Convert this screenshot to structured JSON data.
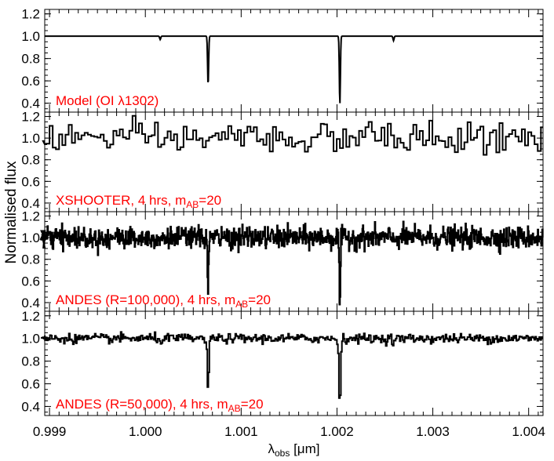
{
  "chart_data": {
    "type": "line",
    "ylabel": "Normalised flux",
    "xlabel_main": "λ",
    "xlabel_sub": "obs",
    "xlabel_unit": " [μm]",
    "xlim": [
      0.99895,
      1.00415
    ],
    "ylim": [
      0.32,
      1.24
    ],
    "xticks": [
      0.999,
      1.0,
      1.001,
      1.002,
      1.003,
      1.004
    ],
    "xtick_labels": [
      "0.999",
      "1.000",
      "1.001",
      "1.002",
      "1.003",
      "1.004"
    ],
    "yticks": [
      0.4,
      0.6,
      0.8,
      1.0,
      1.2
    ],
    "ytick_labels": [
      "0.4",
      "0.6",
      "0.8",
      "1.0",
      "1.2"
    ],
    "line_color": "#000000",
    "label_color": "#ff0000",
    "absorption_lines": [
      {
        "center": 1.000655,
        "model_min": 0.56
      },
      {
        "center": 1.00203,
        "model_min": 0.39
      },
      {
        "center": 1.000155,
        "model_min": 0.97
      },
      {
        "center": 1.00259,
        "model_min": 0.96
      }
    ],
    "panels": [
      {
        "label": "Model (OI λ1302)",
        "label_main": "Model (OI λ1302)",
        "label_sub": "",
        "label_tail": "",
        "kind": "model",
        "noise": 0,
        "bin_width": 5e-06
      },
      {
        "label": "XSHOOTER, 4 hrs, m_AB=20",
        "label_main": "XSHOOTER, 4 hrs, m",
        "label_sub": "AB",
        "label_tail": "=20",
        "kind": "xshooter",
        "noise": 0.07,
        "bin_width": 3.33e-05
      },
      {
        "label": "ANDES (R=100,000), 4 hrs, m_AB=20",
        "label_main": "ANDES (R=100,000), 4 hrs, m",
        "label_sub": "AB",
        "label_tail": "=20",
        "kind": "andes100",
        "noise": 0.05,
        "bin_width": 5.2e-06
      },
      {
        "label": "ANDES (R=50,000), 4 hrs, m_AB=20",
        "label_main": "ANDES (R=50,000), 4 hrs, m",
        "label_sub": "AB",
        "label_tail": "=20",
        "kind": "andes50",
        "noise": 0.02,
        "bin_width": 1.04e-05
      }
    ]
  }
}
